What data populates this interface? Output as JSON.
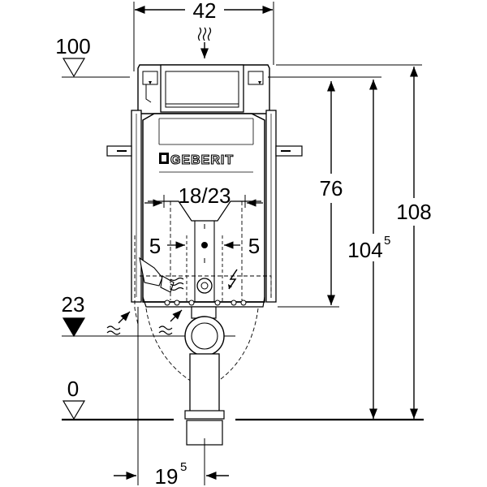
{
  "brand": {
    "name": "GEBERIT"
  },
  "dimensions": {
    "top_width": "42",
    "height_ref_top": "100",
    "flush_width": "18/23",
    "offset_left": "5",
    "offset_right": "5",
    "height_frame": "76",
    "height_full_base": "104",
    "height_full_sup": "5",
    "height_overall": "108",
    "height_ref_inlet": "23",
    "height_ref_floor": "0",
    "bottom_offset_base": "19",
    "bottom_offset_sup": "5"
  },
  "colors": {
    "line": "#000000",
    "fill": "#ffffff",
    "dash": "#000000"
  },
  "icons": [
    "water-inlet-icon",
    "electric-icon",
    "heat-wave-icon",
    "level-marker-icon"
  ]
}
